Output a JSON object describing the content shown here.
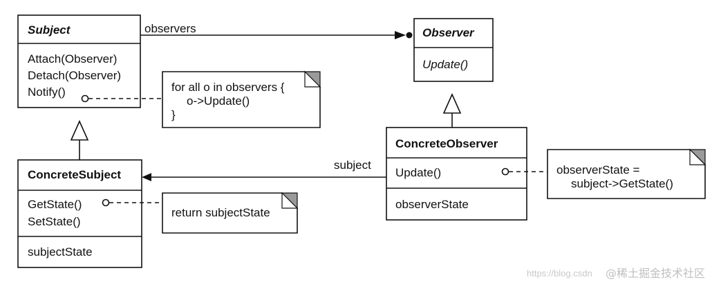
{
  "subject": {
    "name": "Subject",
    "ops": [
      "Attach(Observer)",
      "Detach(Observer)",
      "Notify()"
    ]
  },
  "observer": {
    "name": "Observer",
    "ops": [
      "Update()"
    ]
  },
  "concrete_subject": {
    "name": "ConcreteSubject",
    "ops": [
      "GetState()",
      "SetState()"
    ],
    "attrs": [
      "subjectState"
    ]
  },
  "concrete_observer": {
    "name": "ConcreteObserver",
    "ops": [
      "Update()"
    ],
    "attrs": [
      "observerState"
    ]
  },
  "assoc": {
    "observers_label": "observers",
    "subject_label": "subject"
  },
  "notes": {
    "notify": [
      "for all o in observers {",
      "o->Update()",
      "}"
    ],
    "getstate": [
      "return subjectState"
    ],
    "update": [
      "observerState =",
      "subject->GetState()"
    ]
  },
  "watermark": {
    "url": "https://blog.csdn",
    "brand": "@稀土掘金技术社区"
  }
}
